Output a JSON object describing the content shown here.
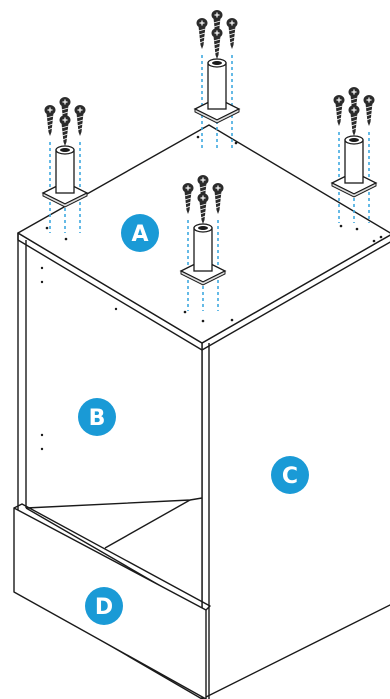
{
  "colors": {
    "badge_fill": "#1a9ad6",
    "badge_text": "#ffffff",
    "guide_line": "#3fa9e0",
    "outline": "#1a1a1a",
    "screw_fill": "#2b2b2b"
  },
  "labels": {
    "top_panel": "A",
    "left_panel": "B",
    "right_panel": "C",
    "front_panel": "D"
  },
  "icons": [
    "screw-icon",
    "leg-icon",
    "mounting-plate-icon"
  ]
}
